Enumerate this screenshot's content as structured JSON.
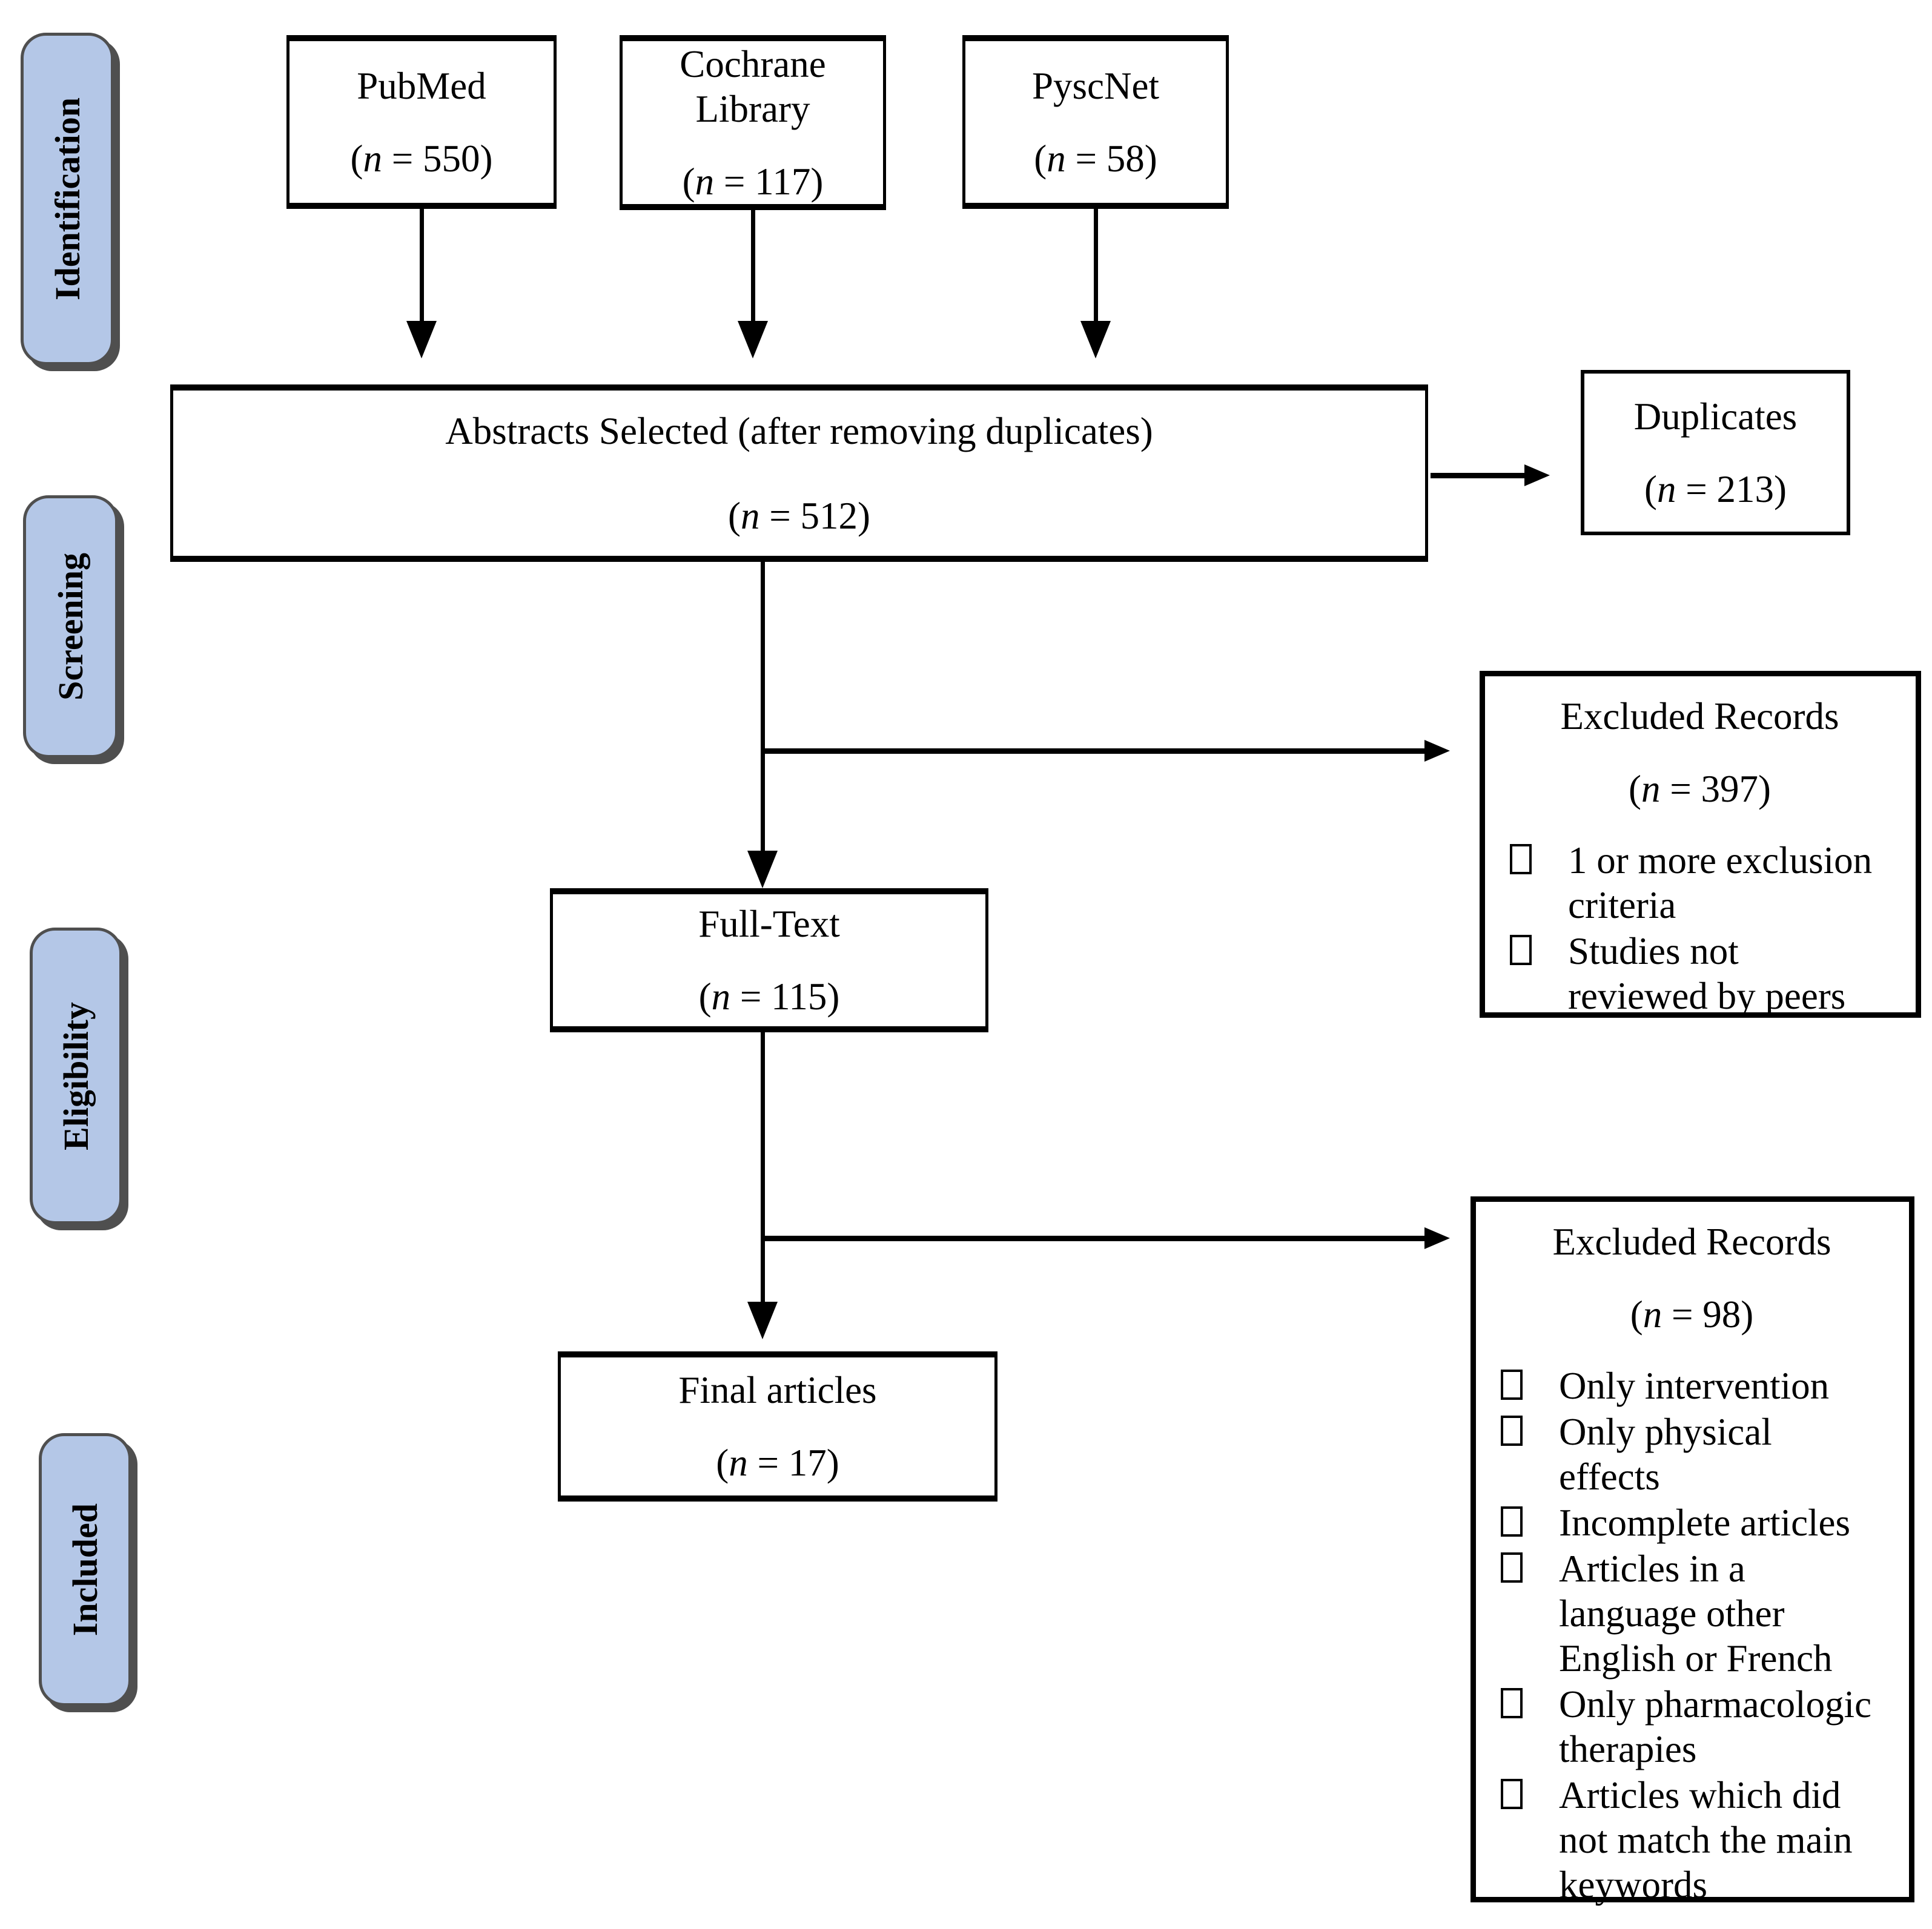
{
  "stages": [
    {
      "label": "Identification"
    },
    {
      "label": "Screening"
    },
    {
      "label": "Eligibility"
    },
    {
      "label": "Included"
    }
  ],
  "sources": [
    {
      "name": "PubMed",
      "count": "(n = 550)"
    },
    {
      "name": "Cochrane Library",
      "count": "(n = 117)"
    },
    {
      "name": "PyscNet",
      "count": "(n = 58)"
    }
  ],
  "abstracts": {
    "title": "Abstracts Selected (after removing duplicates)",
    "count": "(n = 512)"
  },
  "duplicates": {
    "title": "Duplicates",
    "count": "(n = 213)"
  },
  "excluded_screening": {
    "title": "Excluded Records",
    "count": "(n = 397)",
    "items": [
      "1 or more exclusion criteria",
      "Studies not reviewed by peers"
    ]
  },
  "full_text": {
    "title": "Full-Text",
    "count": "(n = 115)"
  },
  "excluded_eligibility": {
    "title": "Excluded Records",
    "count": "(n = 98)",
    "items": [
      "Only intervention",
      "Only physical effects",
      "Incomplete articles",
      "Articles in a language other English or French",
      "Only pharmacologic therapies",
      "Articles which did not match the main keywords"
    ]
  },
  "final": {
    "title": "Final articles",
    "count": "(n = 17)"
  },
  "colors": {
    "stage_fill": "#b4c7e7",
    "stage_border": "#4f4f4f",
    "box_border": "#000000",
    "line": "#000000",
    "background": "#ffffff",
    "text": "#000000"
  }
}
